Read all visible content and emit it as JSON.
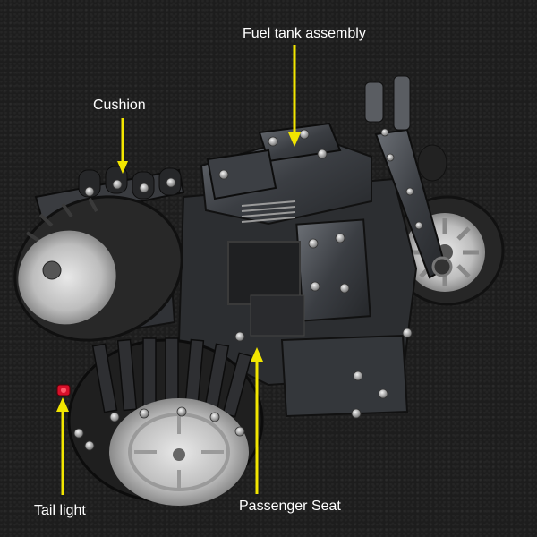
{
  "labels": {
    "fuel_tank": "Fuel tank assembly",
    "cushion": "Cushion",
    "tail_light": "Tail light",
    "passenger_seat": "Passenger Seat"
  },
  "colors": {
    "background": "#1d1d1d",
    "arrow": "#f2e600",
    "label_text": "#ffffff",
    "metal": "#4a4d52",
    "tire": "#2a2a2a",
    "rim": "#cfcfcf",
    "tail_light": "#d8102a"
  },
  "subject": "metal-model-motorcycle-with-sidecar"
}
